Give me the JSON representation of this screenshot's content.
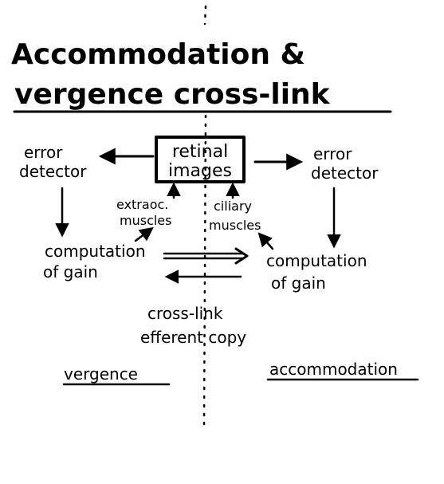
{
  "title": {
    "line1": "Accommodation &",
    "line2": "vergence cross-link"
  },
  "center": {
    "line1": "retinal",
    "line2": "images"
  },
  "left": {
    "error_detector_1": "error",
    "error_detector_2": "detector",
    "muscles_1": "extraoc.",
    "muscles_2": "muscles",
    "computation_1": "computation",
    "computation_2": "of gain",
    "system": "vergence"
  },
  "right": {
    "error_detector_1": "error",
    "error_detector_2": "detector",
    "muscles_1": "ciliary",
    "muscles_2": "muscles",
    "computation_1": "computation",
    "computation_2": "of gain",
    "system": "accommodation"
  },
  "crosslink": {
    "line1": "cross-link",
    "line2": "efferent copy"
  }
}
